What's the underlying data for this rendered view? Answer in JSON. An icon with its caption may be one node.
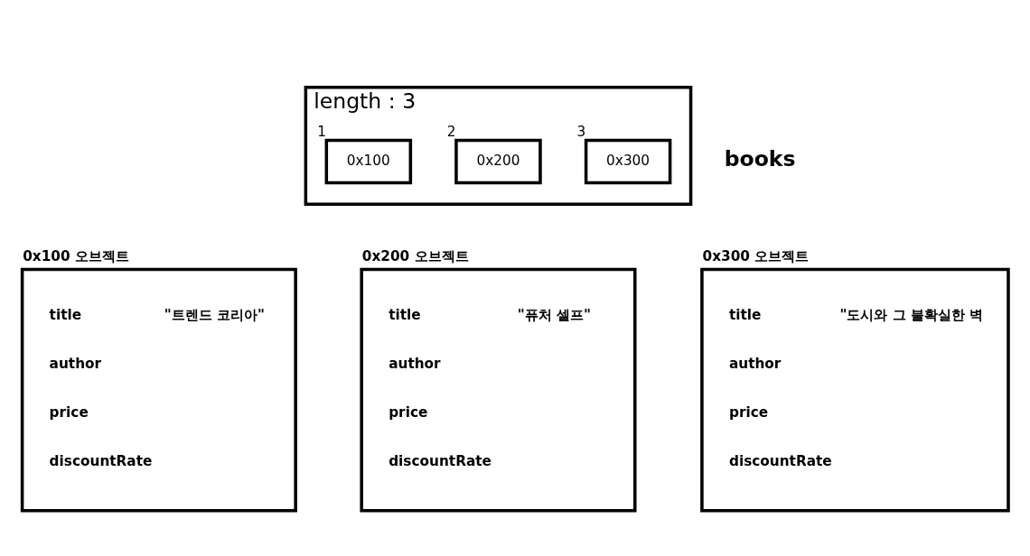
{
  "diagram": {
    "nodes": [
      {
        "text": [
          "length : 3"
        ]
      },
      {
        "text": [
          "0x100"
        ],
        "in": 0,
        "beside": [
          "1"
        ]
      },
      {
        "text": [
          "0x200"
        ],
        "in": 0,
        "beside": [
          "2"
        ]
      },
      {
        "text": [
          "0x300"
        ],
        "in": 0,
        "beside": [
          "3"
        ]
      },
      {
        "text": [
          "0x100 오브젝트",
          "title",
          "\"트렌드 코리아\"",
          "author",
          "price",
          "discountRate"
        ]
      },
      {
        "text": [
          "0x200 오브젝트",
          "title",
          "\"퓨처 셀프\"",
          "author",
          "price",
          "discountRate"
        ]
      },
      {
        "text": [
          "0x300 오브젝트",
          "title",
          "\"도시와 그 불확실한 벽",
          "author",
          "price",
          "discountRate"
        ]
      }
    ],
    "edges": [],
    "labels": [
      "books"
    ]
  }
}
